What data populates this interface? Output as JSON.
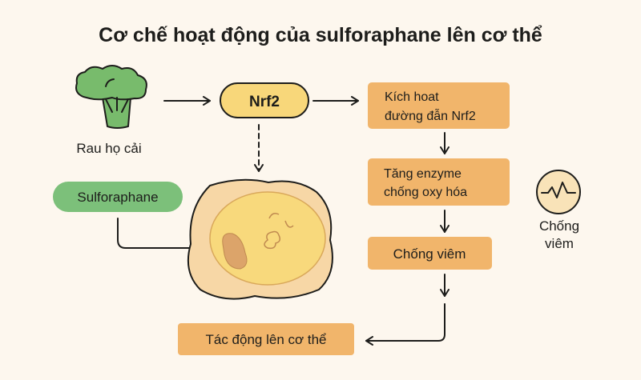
{
  "title": "Cơ chế hoạt động của sulforaphane lên cơ thể",
  "broccoli": {
    "label": "Rau họ cải",
    "icon": "broccoli-icon"
  },
  "nrf2": {
    "label": "Nrf2"
  },
  "sulforaphane": {
    "label": "Sulforaphane"
  },
  "steps": [
    {
      "lines": [
        "Kích hoat",
        "đường đẫn Nrf2"
      ]
    },
    {
      "lines": [
        "Tăng enzyme",
        "chống oxy hóa"
      ]
    },
    {
      "lines": [
        "Chống viêm"
      ]
    }
  ],
  "result": {
    "label": "Tác động lên cơ thể"
  },
  "side_icon": {
    "lines": [
      "Chống",
      "viêm"
    ],
    "icon": "pulse-icon"
  },
  "colors": {
    "background": "#fdf7ee",
    "orange": "#f1b56b",
    "yellow": "#f8d77a",
    "green": "#7cc07a"
  }
}
